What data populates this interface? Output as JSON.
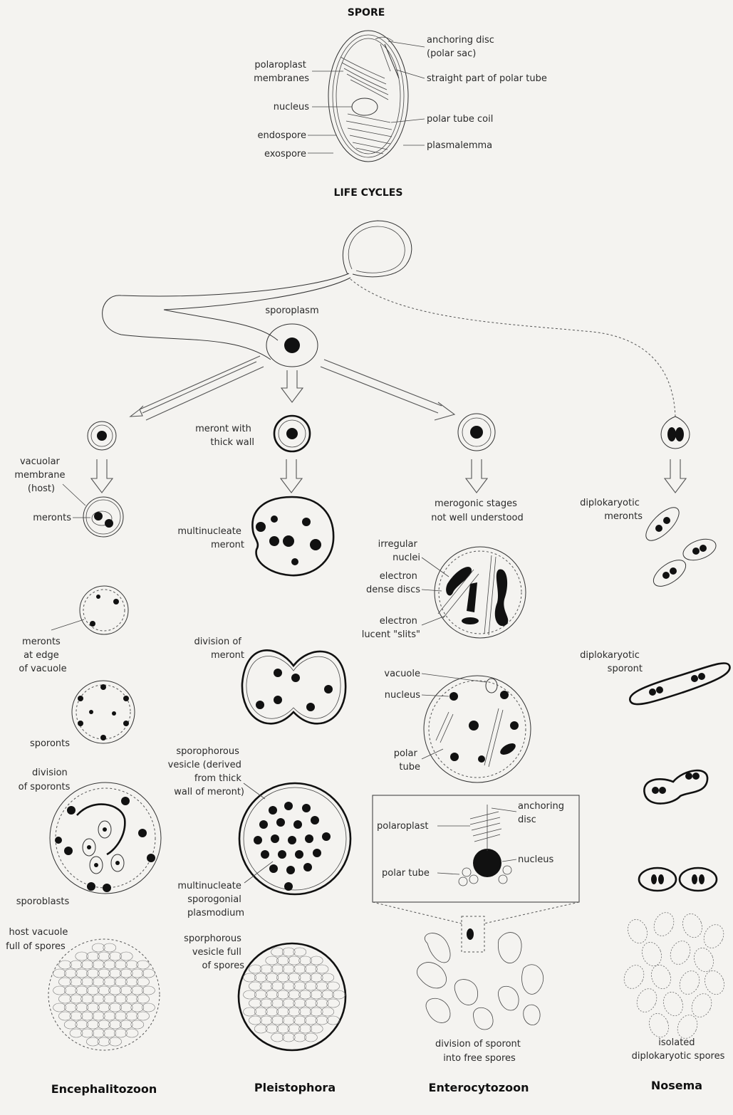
{
  "headings": {
    "spore": "SPORE",
    "life_cycles": "LIFE CYCLES"
  },
  "spore_labels": {
    "polaroplast": [
      "polaroplast",
      "membranes"
    ],
    "nucleus": "nucleus",
    "endospore": "endospore",
    "exospore": "exospore",
    "anchoring_disc": [
      "anchoring disc",
      "(polar sac)"
    ],
    "straight_tube": "straight part of polar tube",
    "tube_coil": "polar tube coil",
    "plasmalemma": "plasmalemma"
  },
  "sporoplasm": "sporoplasm",
  "encephalitozoon": {
    "vacuolar_membrane": [
      "vacuolar",
      "membrane",
      "(host)"
    ],
    "meronts": "meronts",
    "meronts_edge": [
      "meronts",
      "at edge",
      "of vacuole"
    ],
    "sporonts": "sporonts",
    "division_sporonts": [
      "division",
      "of sporonts"
    ],
    "sporoblasts": "sporoblasts",
    "host_vacuole": [
      "host vacuole",
      "full of spores"
    ]
  },
  "pleistophora": {
    "meront_thick": [
      "meront with",
      "thick wall"
    ],
    "multinucleate_meront": [
      "multinucleate",
      "meront"
    ],
    "division_meront": [
      "division of",
      "meront"
    ],
    "sporophorous_vesicle": [
      "sporophorous",
      "vesicle (derived",
      "from thick",
      "wall of meront)"
    ],
    "sporogonial": [
      "multinucleate",
      "sporogonial",
      "plasmodium"
    ],
    "vesicle_full": [
      "sporphorous",
      "vesicle full",
      "of spores"
    ]
  },
  "enterocytozoon": {
    "merogonic": [
      "merogonic stages",
      "not well understood"
    ],
    "irregular_nuclei": [
      "irregular",
      "nuclei"
    ],
    "electron_dense": [
      "electron",
      "dense discs"
    ],
    "electron_lucent": [
      "electron",
      "lucent \"slits\""
    ],
    "vacuole": "vacuole",
    "nucleus": "nucleus",
    "polar_tube": [
      "polar",
      "tube"
    ],
    "inset_polaroplast": "polaroplast",
    "inset_anchoring": [
      "anchoring",
      "disc"
    ],
    "inset_nucleus": "nucleus",
    "inset_polar_tube": "polar tube",
    "division_sporont": [
      "division of sporont",
      "into free spores"
    ]
  },
  "nosema": {
    "diplokaryotic_meronts": [
      "diplokaryotic",
      "meronts"
    ],
    "diplokaryotic_sporont": [
      "diplokaryotic",
      "sporont"
    ],
    "isolated_spores": [
      "isolated",
      "diplokaryotic spores"
    ]
  },
  "genera": [
    "Encephalitozoon",
    "Pleistophora",
    "Enterocytozoon",
    "Nosema"
  ]
}
